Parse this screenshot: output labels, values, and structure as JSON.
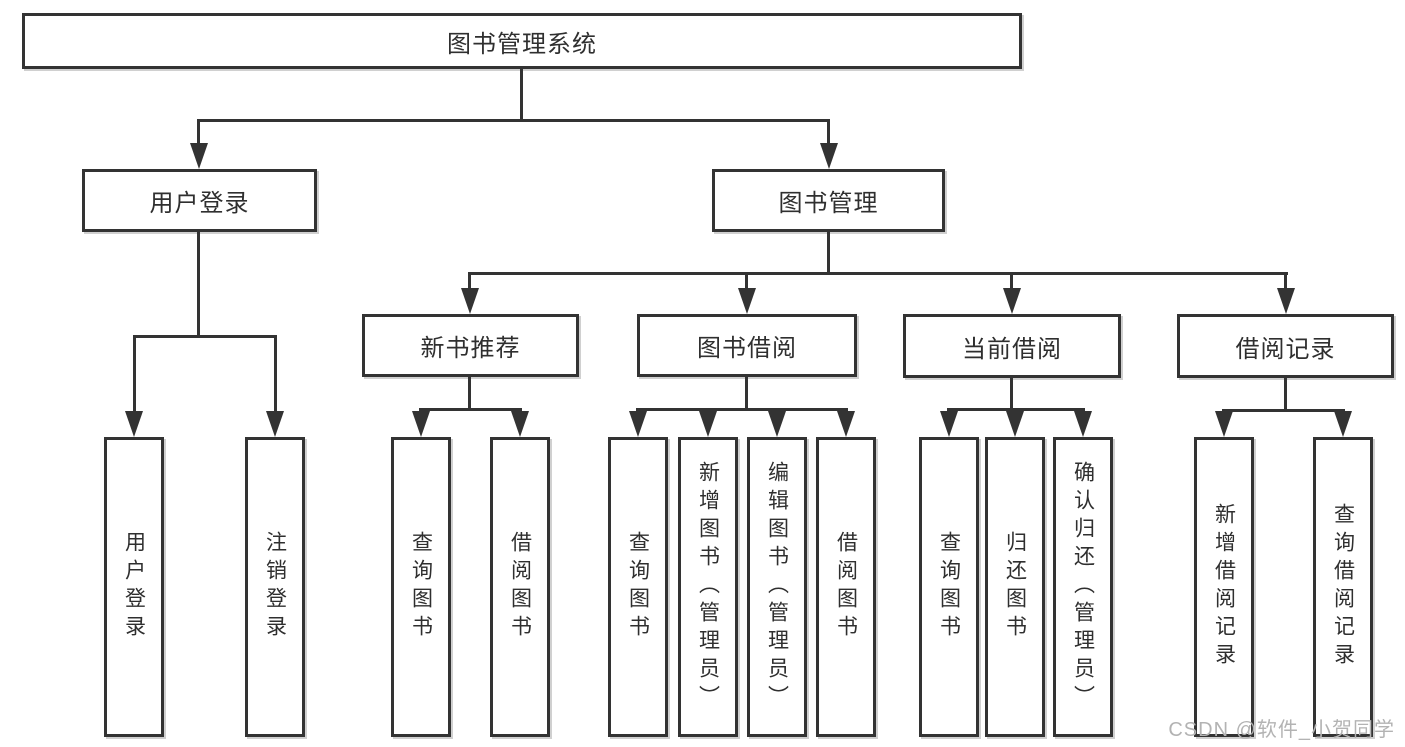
{
  "diagram": {
    "title": "图书管理系统",
    "root": {
      "label": "图书管理系统"
    },
    "level2": [
      {
        "label": "用户登录"
      },
      {
        "label": "图书管理"
      }
    ],
    "level3": [
      {
        "label": "新书推荐",
        "parent": "图书管理"
      },
      {
        "label": "图书借阅",
        "parent": "图书管理"
      },
      {
        "label": "当前借阅",
        "parent": "图书管理"
      },
      {
        "label": "借阅记录",
        "parent": "图书管理"
      }
    ],
    "leaves": [
      {
        "label": "用户登录",
        "parent": "用户登录"
      },
      {
        "label": "注销登录",
        "parent": "用户登录"
      },
      {
        "label": "查询图书",
        "parent": "新书推荐"
      },
      {
        "label": "借阅图书",
        "parent": "新书推荐"
      },
      {
        "label": "查询图书",
        "parent": "图书借阅"
      },
      {
        "label": "新增图书（管理员）",
        "parent": "图书借阅"
      },
      {
        "label": "编辑图书（管理员）",
        "parent": "图书借阅"
      },
      {
        "label": "借阅图书",
        "parent": "图书借阅"
      },
      {
        "label": "查询图书",
        "parent": "当前借阅"
      },
      {
        "label": "归还图书",
        "parent": "当前借阅"
      },
      {
        "label": "确认归还（管理员）",
        "parent": "当前借阅"
      },
      {
        "label": "新增借阅记录",
        "parent": "借阅记录"
      },
      {
        "label": "查询借阅记录",
        "parent": "借阅记录"
      }
    ]
  },
  "watermark": {
    "text": "CSDN @软件_小贺同学"
  },
  "colors": {
    "line": "#333333",
    "box_border": "#333333",
    "text": "#2f2f2f",
    "watermark": "#b3b3b3",
    "background": "#ffffff"
  }
}
